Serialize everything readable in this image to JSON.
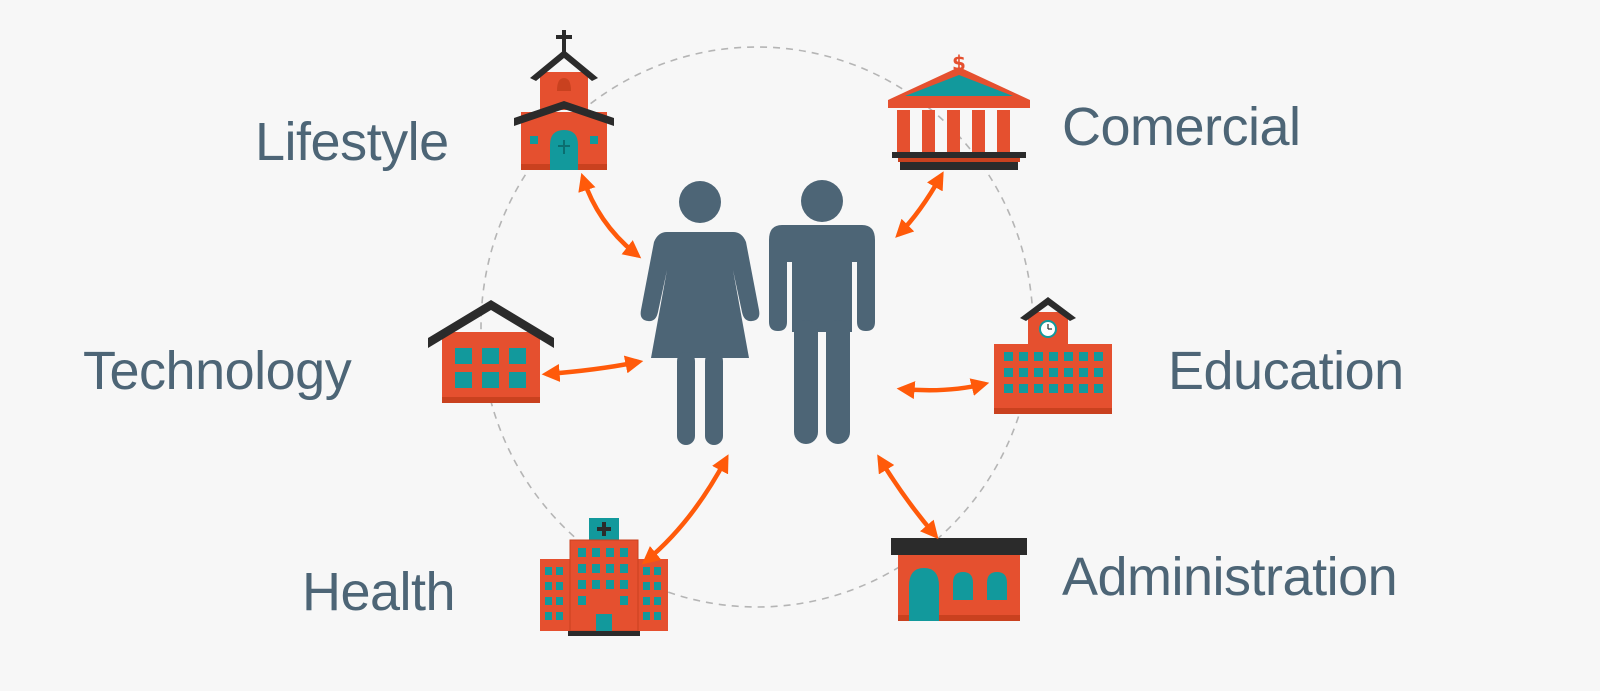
{
  "colors": {
    "background": "#f7f7f7",
    "text": "#4d6576",
    "person": "#4d6576",
    "building": "#e5502f",
    "building_dark": "#c9411f",
    "accent_teal": "#12999c",
    "roof": "#2b2b2b",
    "arrow": "#ff5a0a",
    "circle": "#b5b5b5"
  },
  "center": {
    "icons": [
      "woman-icon",
      "man-icon"
    ]
  },
  "nodes": [
    {
      "label": "Lifestyle",
      "icon": "church-icon"
    },
    {
      "label": "Comercial",
      "icon": "bank-icon"
    },
    {
      "label": "Technology",
      "icon": "house-icon"
    },
    {
      "label": "Education",
      "icon": "school-icon"
    },
    {
      "label": "Health",
      "icon": "hospital-icon"
    },
    {
      "label": "Administration",
      "icon": "administration-building-icon"
    }
  ]
}
